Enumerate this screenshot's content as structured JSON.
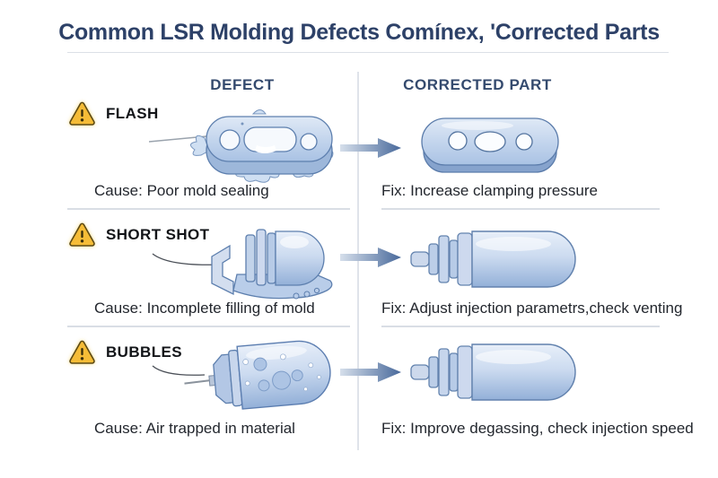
{
  "title": "Common LSR Molding Defects Comínex, 'Corrected Parts",
  "columns": {
    "defect": "DEFECT",
    "corrected": "CORRECTED PART"
  },
  "rows": [
    {
      "label": "FLASH",
      "cause": "Cause: Poor mold sealing",
      "fix": "Fix: Increase clamping pressure"
    },
    {
      "label": "SHORT SHOT",
      "cause": "Cause: Incomplete filling of mold",
      "fix": "Fix: Adjust injection parametrs,check venting"
    },
    {
      "label": "BUBBLES",
      "cause": "Cause: Air trapped in material",
      "fix": "Fix: Improve degassing, check injection speed"
    }
  ],
  "icons": {
    "warning": "warning-triangle-icon",
    "arrow": "right-arrow-icon"
  },
  "colors": {
    "background": "#ffffff",
    "title": "#2d4168",
    "heading": "#344a6e",
    "text": "#23272e",
    "warning_fill": "#f5bc37",
    "warning_stroke": "#5d4a14",
    "part_fill": "#bed1ec",
    "part_stroke": "#5d7fae",
    "arrow_start": "#d6dfeb",
    "arrow_end": "#48699b",
    "divider": "#d9dee5"
  }
}
